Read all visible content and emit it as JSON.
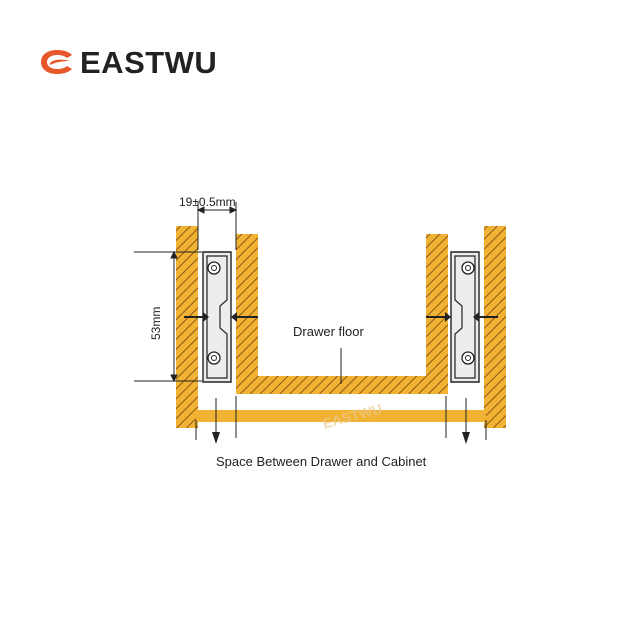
{
  "brand": {
    "name": "EASTWU",
    "logo_color": "#E8572A",
    "text_color": "#222222"
  },
  "diagram": {
    "labels": {
      "width_dimension": "19±0.5mm",
      "height_dimension": "53mm",
      "drawer_floor": "Drawer floor",
      "caption": "Space Between Drawer and Cabinet"
    },
    "watermark": "EASTWU",
    "colors": {
      "wood": "#F2B233",
      "hatch": "#8A5A14",
      "line": "#222222",
      "slide_fill": "#EDEDED"
    }
  }
}
